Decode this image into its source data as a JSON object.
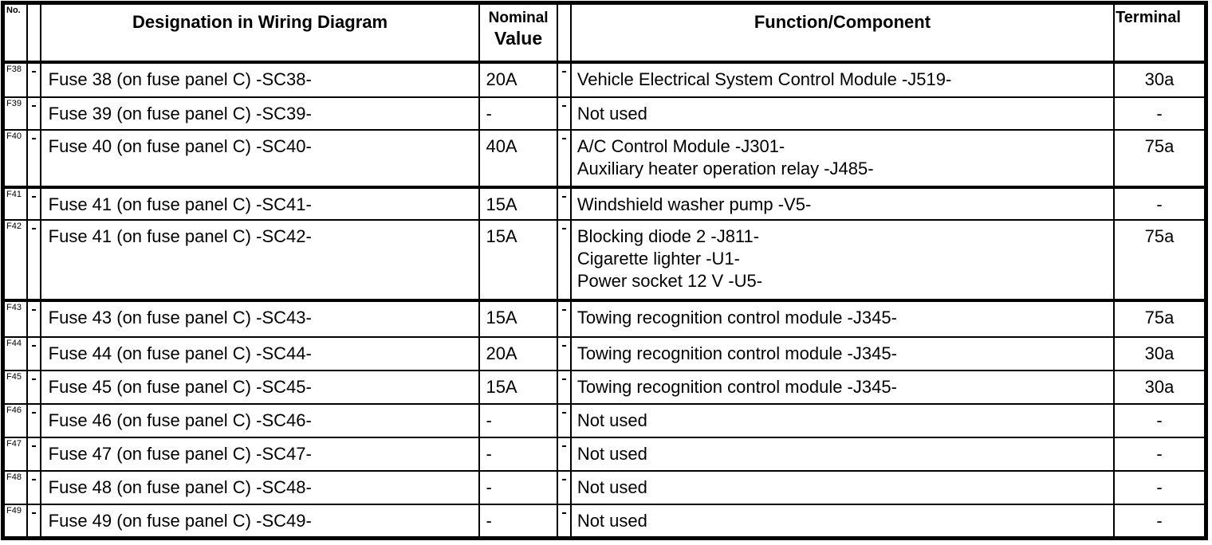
{
  "colors": {
    "background": "#ffffff",
    "text": "#000000",
    "border": "#000000"
  },
  "table": {
    "headers": {
      "no": "No.",
      "designation": "Designation in Wiring Diagram",
      "nominal_value_line1": "Nominal",
      "nominal_value_line2": "Value",
      "function": "Function/Component",
      "terminal": "Terminal"
    },
    "rows": [
      {
        "no": "F38",
        "designation": "Fuse 38 (on fuse panel C) -SC38-",
        "nominal": "20A",
        "functions": [
          "Vehicle Electrical System Control Module -J519-"
        ],
        "terminal": "30a"
      },
      {
        "no": "F39",
        "designation": "Fuse 39 (on fuse panel C) -SC39-",
        "nominal": "-",
        "functions": [
          "Not used"
        ],
        "terminal": "-"
      },
      {
        "no": "F40",
        "designation": "Fuse 40 (on fuse panel C) -SC40-",
        "nominal": "40A",
        "functions": [
          "A/C Control Module -J301-",
          "Auxiliary heater operation relay -J485-"
        ],
        "terminal": "75a"
      },
      {
        "no": "F41",
        "designation": "Fuse 41 (on fuse panel C) -SC41-",
        "nominal": "15A",
        "functions": [
          "Windshield washer pump -V5-"
        ],
        "terminal": "-"
      },
      {
        "no": "F42",
        "designation": "Fuse 41 (on fuse panel C) -SC42-",
        "nominal": "15A",
        "functions": [
          "Blocking diode 2 -J811-",
          "Cigarette lighter -U1-",
          "Power socket 12 V -U5-"
        ],
        "terminal": "75a"
      },
      {
        "no": "F43",
        "designation": "Fuse 43 (on fuse panel C) -SC43-",
        "nominal": "15A",
        "functions": [
          "Towing recognition control module -J345-"
        ],
        "terminal": "75a"
      },
      {
        "no": "F44",
        "designation": "Fuse 44 (on fuse panel C) -SC44-",
        "nominal": "20A",
        "functions": [
          "Towing recognition control module -J345-"
        ],
        "terminal": "30a"
      },
      {
        "no": "F45",
        "designation": "Fuse 45 (on fuse panel C) -SC45-",
        "nominal": "15A",
        "functions": [
          "Towing recognition control module -J345-"
        ],
        "terminal": "30a"
      },
      {
        "no": "F46",
        "designation": "Fuse 46 (on fuse panel C) -SC46-",
        "nominal": "-",
        "functions": [
          "Not used"
        ],
        "terminal": "-"
      },
      {
        "no": "F47",
        "designation": "Fuse 47 (on fuse panel C) -SC47-",
        "nominal": "-",
        "functions": [
          "Not used"
        ],
        "terminal": "-"
      },
      {
        "no": "F48",
        "designation": "Fuse 48 (on fuse panel C) -SC48-",
        "nominal": "-",
        "functions": [
          "Not used"
        ],
        "terminal": "-"
      },
      {
        "no": "F49",
        "designation": "Fuse 49 (on fuse panel C) -SC49-",
        "nominal": "-",
        "functions": [
          "Not used"
        ],
        "terminal": "-"
      }
    ]
  }
}
